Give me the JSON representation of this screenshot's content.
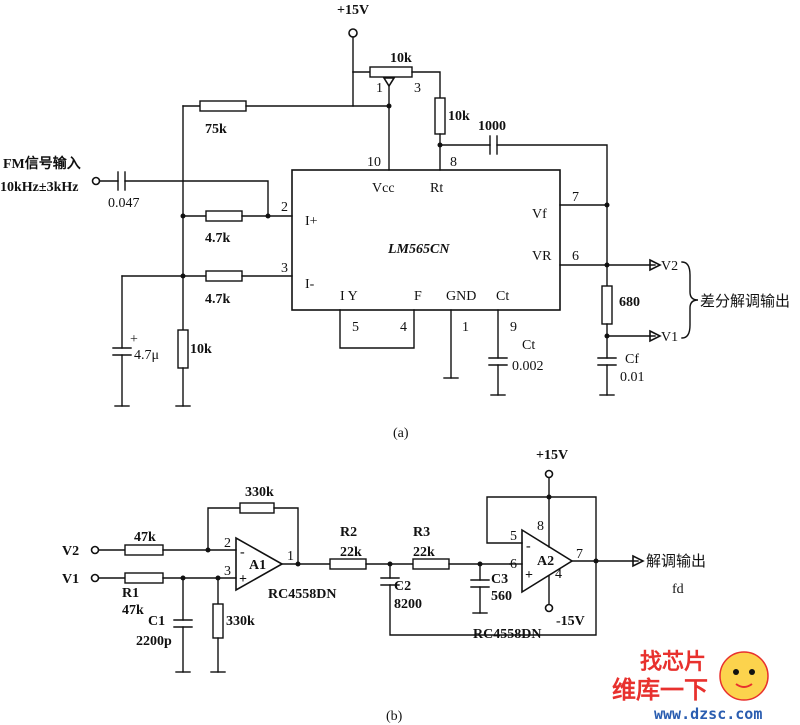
{
  "figure_a": {
    "label": "(a)",
    "supply": "+15V",
    "ic": {
      "name": "LM565CN",
      "pins": {
        "vcc": "Vcc",
        "rt": "Rt",
        "inp": "I+",
        "inn": "I-",
        "vf": "Vf",
        "vr": "VR",
        "iy": "I Y",
        "f": "F",
        "gnd": "GND",
        "ct": "Ct"
      },
      "pin_numbers": {
        "p10": "10",
        "p8": "8",
        "p2": "2",
        "p3": "3",
        "p7": "7",
        "p6": "6",
        "p5": "5",
        "p4": "4",
        "p1": "1",
        "p9": "9"
      }
    },
    "input_label_line1": "FM信号输入",
    "input_label_line2": "10kHz±3kHz",
    "pot": {
      "value": "10k",
      "pin1": "1",
      "pin3": "3"
    },
    "r_10k_rt": "10k",
    "r_75k": "75k",
    "c_1000": "1000",
    "c_0047": "0.047",
    "r_47k_a": "4.7k",
    "r_47k_b": "4.7k",
    "c_47u": "4.7μ",
    "r_10k_bottom": "10k",
    "r_680": "680",
    "ct_label": "Ct",
    "ct_value": "0.002",
    "cf_label": "Cf",
    "cf_value": "0.01",
    "v2": "V2",
    "v1": "V1",
    "output_label": "差分解调输出"
  },
  "figure_b": {
    "label": "(b)",
    "supply_pos": "+15V",
    "supply_neg": "-15V",
    "v2": "V2",
    "v1": "V1",
    "r_47k_top": "47k",
    "r1_label": "R1",
    "r1_value": "47k",
    "r_330k_fb": "330k",
    "c1_label": "C1",
    "c1_value": "2200p",
    "r_330k_gnd": "330k",
    "a1": {
      "name": "A1",
      "part": "RC4558DN",
      "pin2": "2",
      "pin3": "3",
      "pin1": "1",
      "minus": "-",
      "plus": "+"
    },
    "r2_label": "R2",
    "r2_value": "22k",
    "r3_label": "R3",
    "r3_value": "22k",
    "c2_label": "C2",
    "c2_value": "8200",
    "c3_label": "C3",
    "c3_value": "560",
    "a2": {
      "name": "A2",
      "part": "RC4558DN",
      "pin5": "5",
      "pin6": "6",
      "pin7": "7",
      "pin8": "8",
      "pin4": "4",
      "minus": "-",
      "plus": "+"
    },
    "output_label": "解调输出",
    "fd": "fd"
  },
  "watermark": {
    "line1": "找芯片",
    "line2": "维库一下",
    "url": "www.dzsc.com"
  }
}
